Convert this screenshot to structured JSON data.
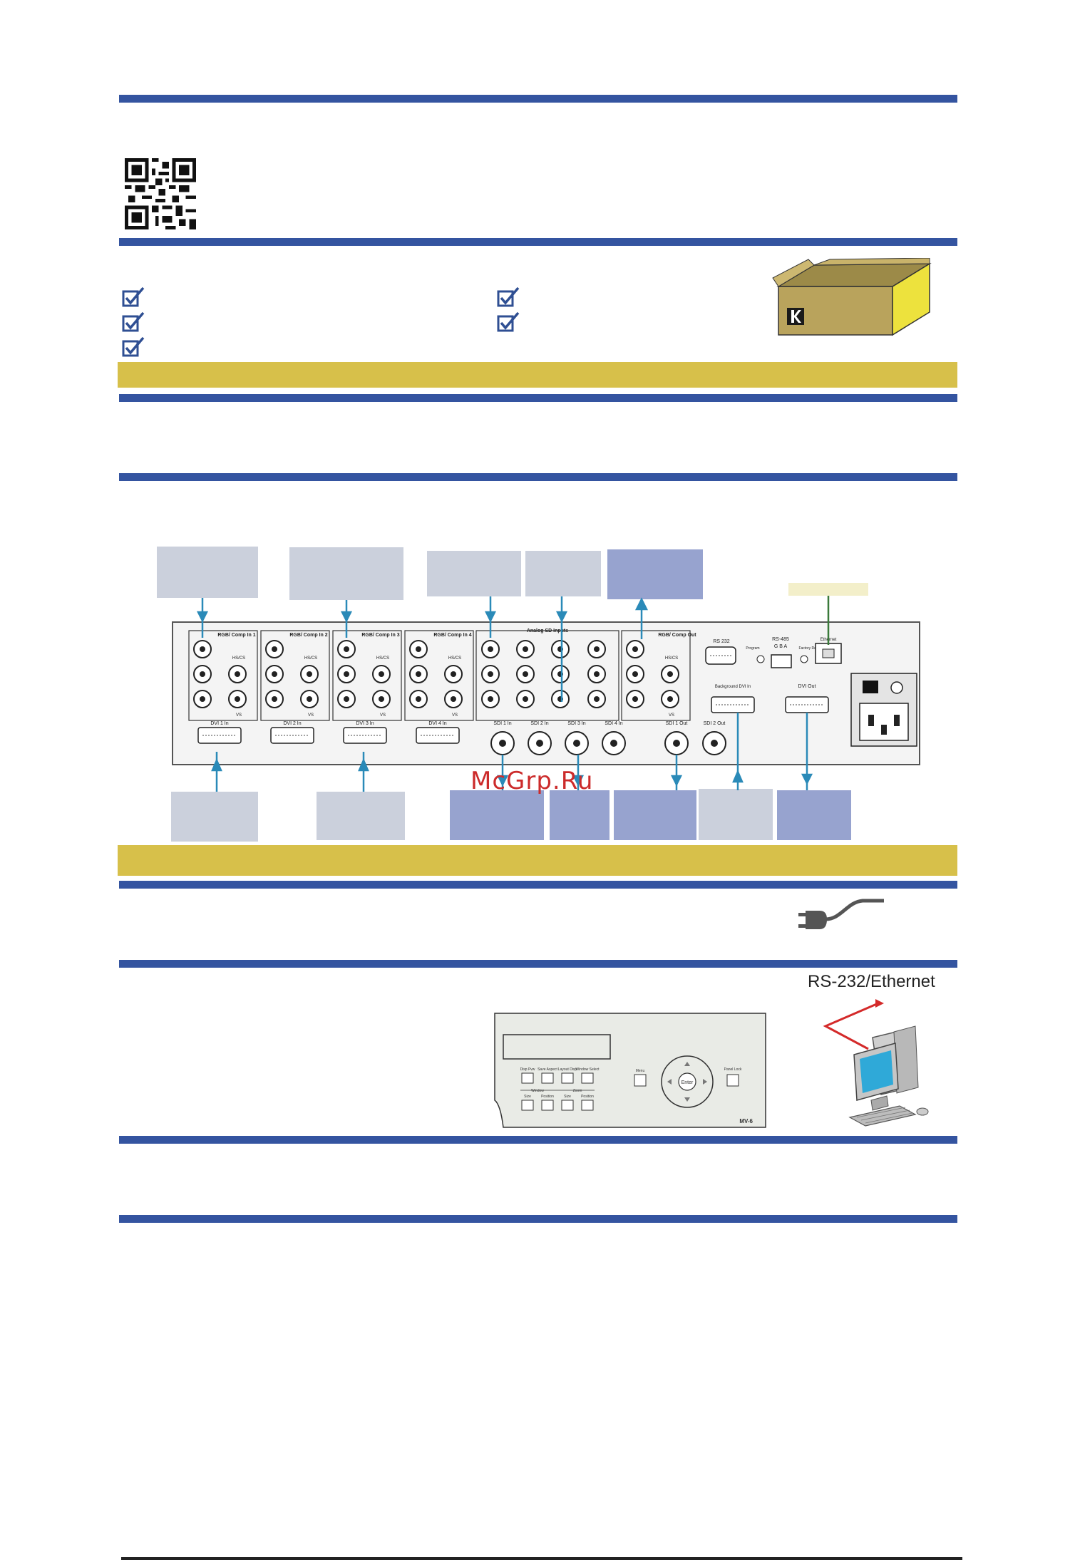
{
  "watermark": "McGrp.Ru",
  "rs_label": "RS-232/Ethernet",
  "colors": {
    "section_bar": "#3454a0",
    "highlight_band": "#d7c04a",
    "callout_grey": "#cbd0dc",
    "callout_purple": "#97a3cf",
    "arrow": "#2a8ab8"
  },
  "rear_panel": {
    "groups": [
      {
        "title": "RGB/\nComp In 1",
        "dvi": "DVI 1 In"
      },
      {
        "title": "RGB/\nComp In 2",
        "dvi": "DVI 2 In"
      },
      {
        "title": "RGB/\nComp In 3",
        "dvi": "DVI 3 In"
      },
      {
        "title": "RGB/\nComp In 4",
        "dvi": "DVI 4 In"
      }
    ],
    "analog_sd_label": "Analog SD Inputs",
    "sdi_labels": [
      "SDI 1 In",
      "SDI 2 In",
      "SDI 3 In",
      "SDI 4 In",
      "SDI 1 Out",
      "SDI 2 Out"
    ],
    "rgb_out": "RGB/\nComp Out",
    "rs232": "RS 232",
    "rs485": "RS-485",
    "gba": "G B A",
    "program": "Program",
    "factory_reset": "Factory Reset",
    "ethernet": "Ethernet",
    "background_dvi": "Background DVI In",
    "dvi_out": "DVI Out",
    "hs_cs": "HS/CS",
    "vs": "VS"
  },
  "front_panel": {
    "buttons_row1": [
      "Disp Pvw",
      "Save Aspect",
      "Layout Disp",
      "Window Select"
    ],
    "group_labels": [
      "Window",
      "Zoom"
    ],
    "buttons_row2": [
      "Size",
      "Position",
      "Size",
      "Position"
    ],
    "menu": "Menu",
    "enter": "Enter",
    "panel_lock": "Panel Lock",
    "model": "MV-6"
  },
  "icons": [
    "qr-code-icon",
    "checkbox-icon",
    "box-icon",
    "power-plug-icon",
    "computer-icon"
  ]
}
